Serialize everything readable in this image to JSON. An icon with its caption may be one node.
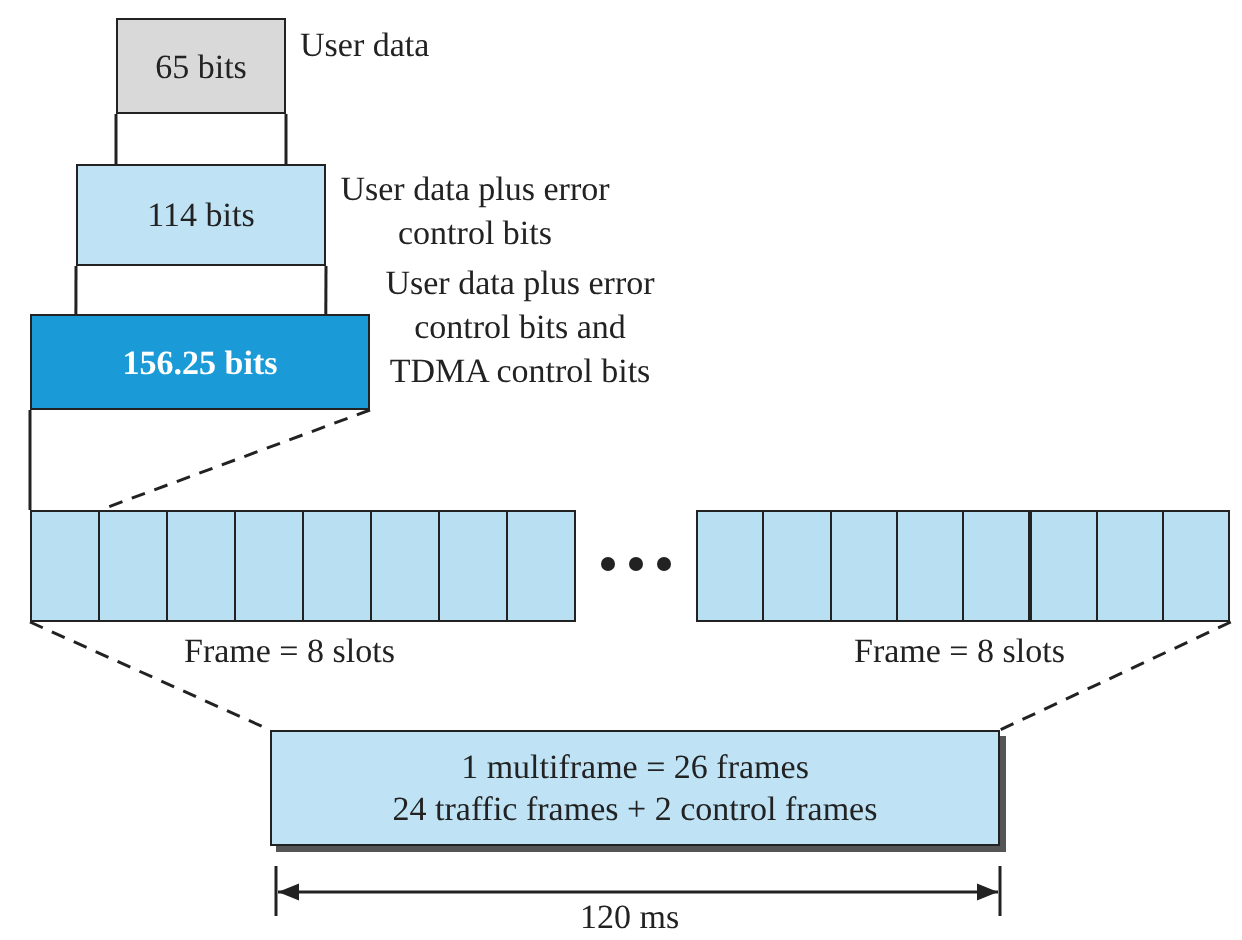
{
  "diagram": {
    "nodes": [
      {
        "text": [
          "65 bits"
        ],
        "beside": [
          "User data"
        ]
      },
      {
        "text": [
          "114 bits"
        ],
        "beside": [
          "User data plus error control bits"
        ]
      },
      {
        "text": [
          "156.25 bits"
        ],
        "beside": [
          "User data plus error control bits and TDMA control bits"
        ]
      },
      {
        "text": [],
        "shape": "box"
      },
      {
        "text": [],
        "shape": "box"
      },
      {
        "text": [],
        "shape": "box"
      },
      {
        "text": [],
        "shape": "box"
      },
      {
        "text": [],
        "shape": "box"
      },
      {
        "text": [],
        "shape": "box"
      },
      {
        "text": [],
        "shape": "box"
      },
      {
        "text": [],
        "shape": "box"
      },
      {
        "text": [],
        "shape": "box"
      },
      {
        "text": [],
        "shape": "box"
      },
      {
        "text": [],
        "shape": "box"
      },
      {
        "text": [],
        "shape": "box"
      },
      {
        "text": [],
        "shape": "box"
      },
      {
        "text": [],
        "shape": "box"
      },
      {
        "text": [],
        "shape": "box"
      },
      {
        "text": [],
        "shape": "box"
      },
      {
        "text": [
          "1 multiframe = 26 frames",
          "24 traffic frames + 2 control frames"
        ]
      }
    ],
    "edges": [
      {
        "from": 0,
        "to": 1,
        "arrow": "none"
      },
      {
        "from": 0,
        "to": 1,
        "arrow": "none"
      },
      {
        "from": 1,
        "to": 2,
        "arrow": "none"
      },
      {
        "from": 1,
        "to": 2,
        "arrow": "none"
      },
      {
        "from": 2,
        "to": 3,
        "arrow": "none"
      },
      {
        "from": 2,
        "to": 3,
        "arrow": "none",
        "style": "dashed"
      },
      {
        "from": 3,
        "to": 19,
        "arrow": "none",
        "style": "dashed"
      },
      {
        "from": 18,
        "to": 19,
        "arrow": "none",
        "style": "dashed"
      }
    ],
    "labels": [
      "Frame = 8 slots",
      "Frame = 8 slots",
      "120 ms"
    ]
  }
}
